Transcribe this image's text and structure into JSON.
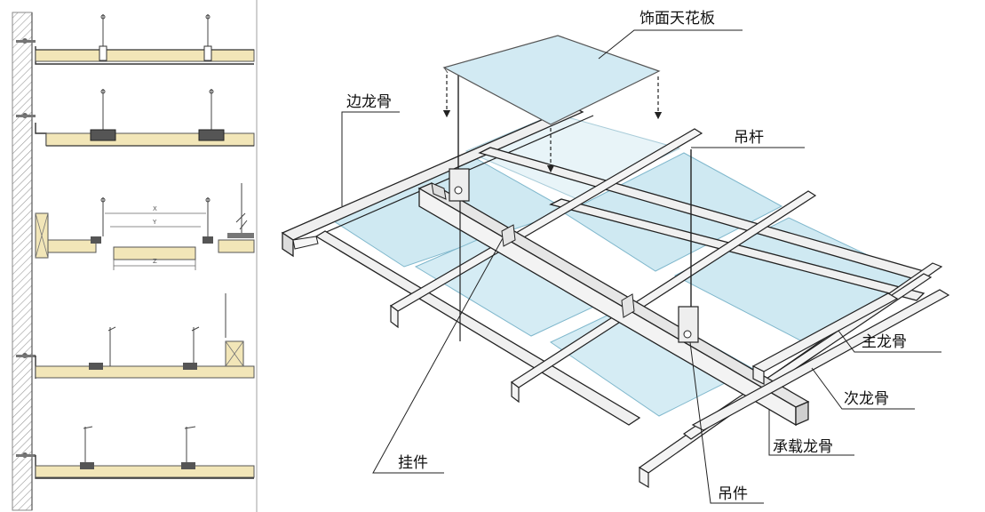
{
  "labels": {
    "panel": "饰面天花板",
    "edge_keel": "边龙骨",
    "hanger_rod": "吊杆",
    "main_keel": "主龙骨",
    "sub_keel": "次龙骨",
    "bearing_keel": "承载龙骨",
    "clip": "挂件",
    "hanger": "吊件"
  },
  "dims": {
    "x": "X",
    "y": "Y",
    "z": "Z"
  },
  "colors": {
    "panel_fill": "#cfe9f2",
    "panel_edge": "#7fb7cc",
    "strip": "#f2e6b8",
    "strip_edge": "#555555",
    "metal": "#ededed",
    "line": "#222222",
    "hatch": "#999999"
  }
}
